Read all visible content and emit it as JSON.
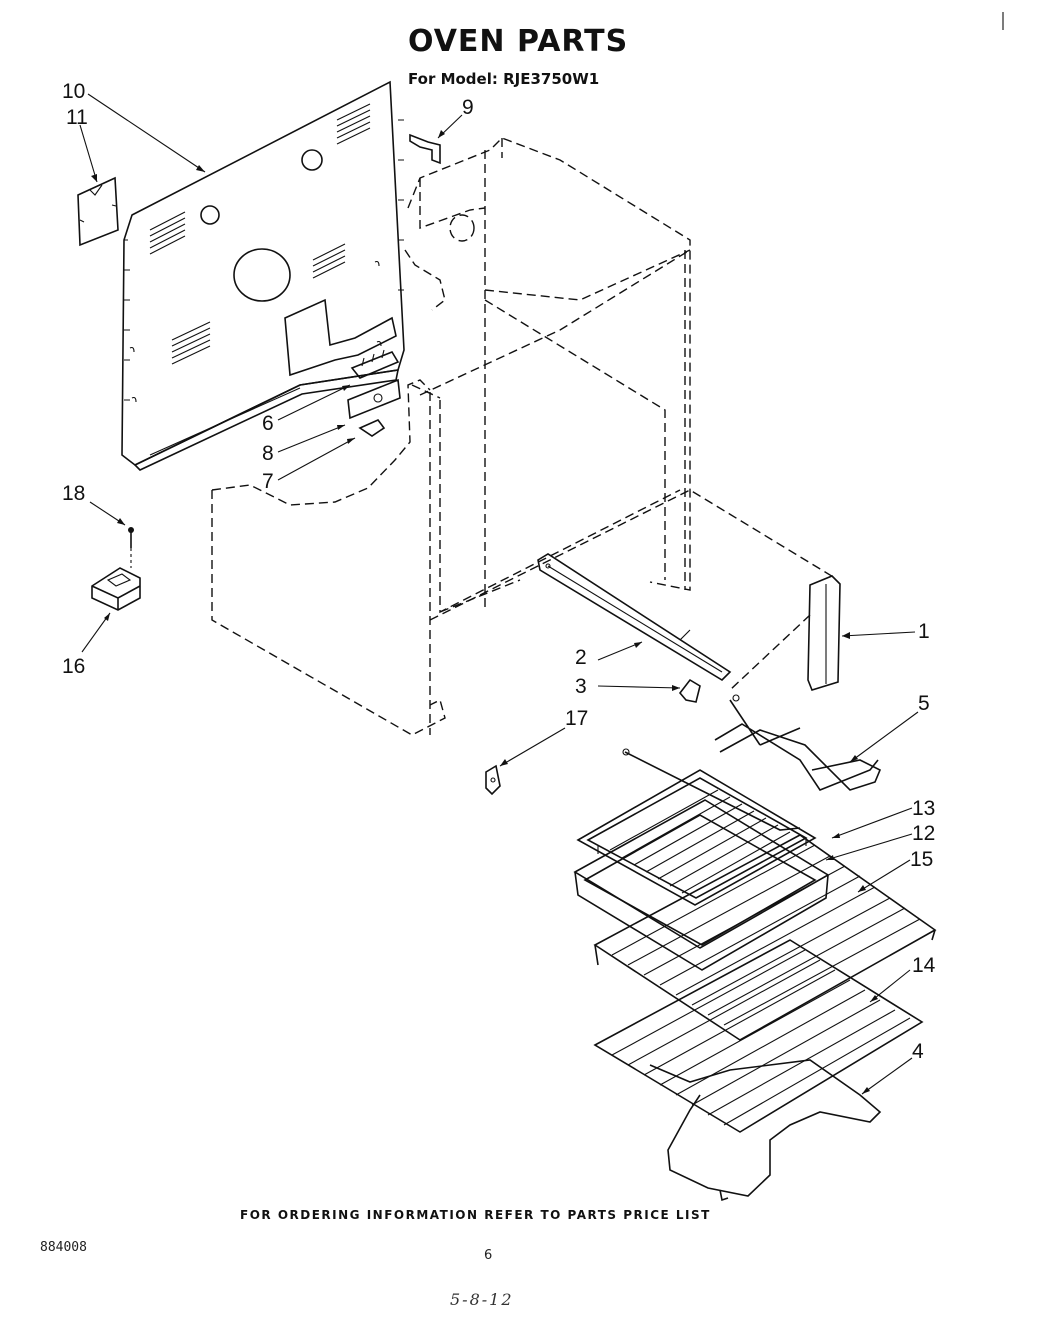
{
  "title": "OVEN PARTS",
  "subtitle": "For Model: RJE3750W1",
  "footer_note": "FOR ORDERING INFORMATION REFER TO PARTS PRICE LIST",
  "document_code": "884008",
  "page_number": "6",
  "handwritten_note": "5-8-12",
  "callouts": {
    "c1": "1",
    "c2": "2",
    "c3": "3",
    "c4": "4",
    "c5": "5",
    "c6": "6",
    "c7": "7",
    "c8": "8",
    "c9": "9",
    "c10": "10",
    "c11": "11",
    "c12": "12",
    "c13": "13",
    "c14": "14",
    "c15": "15",
    "c16": "16",
    "c17": "17",
    "c18": "18"
  }
}
